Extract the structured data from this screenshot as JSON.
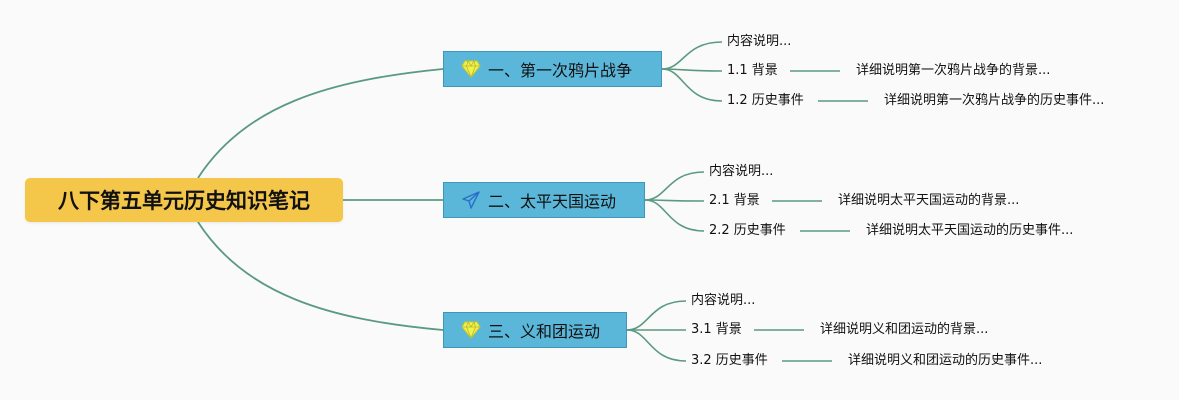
{
  "root": {
    "title": "八下第五单元历史知识笔记"
  },
  "colors": {
    "root_bg": "#f4c64a",
    "topic_bg": "#5bb7da",
    "link": "#5a9a80"
  },
  "topics": [
    {
      "title": "一、第一次鸦片战争",
      "icon": "diamond-icon",
      "children": [
        {
          "label": "内容说明...",
          "detail": ""
        },
        {
          "label": "1.1 背景",
          "detail": "详细说明第一次鸦片战争的背景..."
        },
        {
          "label": "1.2 历史事件",
          "detail": "详细说明第一次鸦片战争的历史事件..."
        }
      ]
    },
    {
      "title": "二、太平天国运动",
      "icon": "paper-plane-icon",
      "children": [
        {
          "label": "内容说明...",
          "detail": ""
        },
        {
          "label": "2.1 背景",
          "detail": "详细说明太平天国运动的背景..."
        },
        {
          "label": "2.2 历史事件",
          "detail": "详细说明太平天国运动的历史事件..."
        }
      ]
    },
    {
      "title": "三、义和团运动",
      "icon": "diamond-icon",
      "children": [
        {
          "label": "内容说明...",
          "detail": ""
        },
        {
          "label": "3.1 背景",
          "detail": "详细说明义和团运动的背景..."
        },
        {
          "label": "3.2 历史事件",
          "detail": "详细说明义和团运动的历史事件..."
        }
      ]
    }
  ]
}
